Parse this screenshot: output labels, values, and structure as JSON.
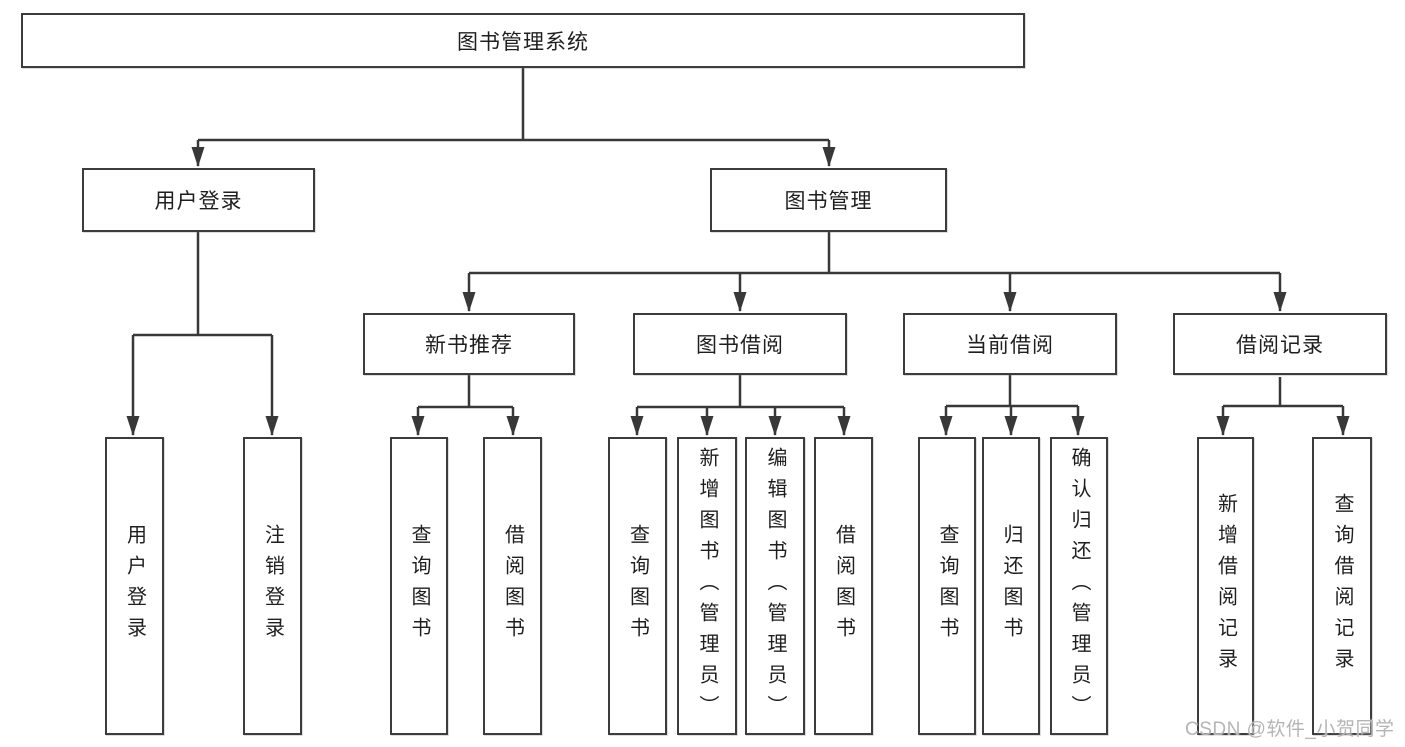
{
  "diagram": {
    "title": "图书管理系统",
    "root": {
      "label": "图书管理系统"
    },
    "level2": [
      {
        "label": "用户登录"
      },
      {
        "label": "图书管理"
      }
    ],
    "level3": [
      {
        "label": "新书推荐"
      },
      {
        "label": "图书借阅"
      },
      {
        "label": "当前借阅"
      },
      {
        "label": "借阅记录"
      }
    ],
    "leaves": {
      "login": [
        {
          "label": "用户登录"
        },
        {
          "label": "注销登录"
        }
      ],
      "recommend": [
        {
          "label": "查询图书"
        },
        {
          "label": "借阅图书"
        }
      ],
      "borrow": [
        {
          "label": "查询图书"
        },
        {
          "label": "新增图书（管理员）"
        },
        {
          "label": "编辑图书（管理员）"
        },
        {
          "label": "借阅图书"
        }
      ],
      "current": [
        {
          "label": "查询图书"
        },
        {
          "label": "归还图书"
        },
        {
          "label": "确认归还（管理员）"
        }
      ],
      "records": [
        {
          "label": "新增借阅记录"
        },
        {
          "label": "查询借阅记录"
        }
      ]
    },
    "watermark": "CSDN @软件_小贺同学",
    "colors": {
      "line": "#383838",
      "border": "#3c3c3c",
      "text": "#1f1f1f",
      "watermark": "#b5b5b5"
    }
  }
}
